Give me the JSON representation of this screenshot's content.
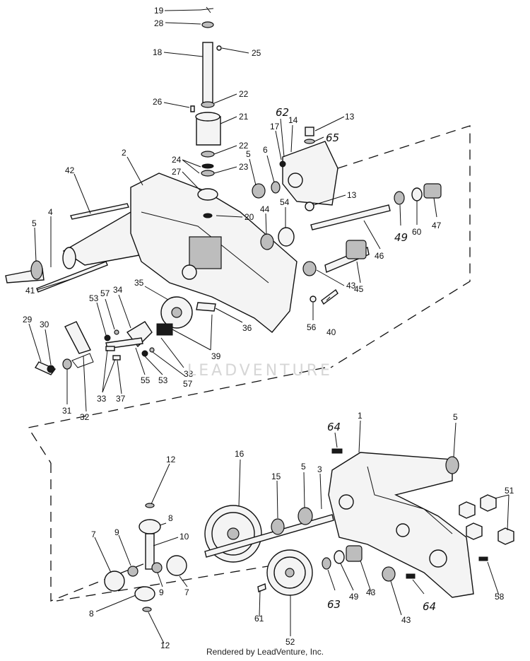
{
  "watermark": "LEADVENTURE",
  "footer": "Rendered by LeadVenture, Inc.",
  "callouts": [
    {
      "id": "19",
      "style": "normal"
    },
    {
      "id": "28",
      "style": "normal"
    },
    {
      "id": "18",
      "style": "normal"
    },
    {
      "id": "25",
      "style": "normal"
    },
    {
      "id": "26",
      "style": "normal"
    },
    {
      "id": "22",
      "style": "normal"
    },
    {
      "id": "21",
      "style": "normal"
    },
    {
      "id": "62",
      "style": "big"
    },
    {
      "id": "14",
      "style": "normal"
    },
    {
      "id": "13",
      "style": "normal"
    },
    {
      "id": "17",
      "style": "normal"
    },
    {
      "id": "65",
      "style": "big"
    },
    {
      "id": "2",
      "style": "normal"
    },
    {
      "id": "22",
      "style": "normal"
    },
    {
      "id": "5",
      "style": "normal"
    },
    {
      "id": "6",
      "style": "normal"
    },
    {
      "id": "24",
      "style": "normal"
    },
    {
      "id": "23",
      "style": "normal"
    },
    {
      "id": "27",
      "style": "normal"
    },
    {
      "id": "42",
      "style": "normal"
    },
    {
      "id": "13",
      "style": "normal"
    },
    {
      "id": "20",
      "style": "normal"
    },
    {
      "id": "44",
      "style": "normal"
    },
    {
      "id": "54",
      "style": "normal"
    },
    {
      "id": "4",
      "style": "normal"
    },
    {
      "id": "5",
      "style": "normal"
    },
    {
      "id": "49",
      "style": "big"
    },
    {
      "id": "60",
      "style": "normal"
    },
    {
      "id": "47",
      "style": "normal"
    },
    {
      "id": "46",
      "style": "normal"
    },
    {
      "id": "41",
      "style": "normal"
    },
    {
      "id": "43",
      "style": "normal"
    },
    {
      "id": "45",
      "style": "normal"
    },
    {
      "id": "35",
      "style": "normal"
    },
    {
      "id": "53",
      "style": "normal"
    },
    {
      "id": "57",
      "style": "normal"
    },
    {
      "id": "34",
      "style": "normal"
    },
    {
      "id": "36",
      "style": "normal"
    },
    {
      "id": "40",
      "style": "normal"
    },
    {
      "id": "56",
      "style": "normal"
    },
    {
      "id": "29",
      "style": "normal"
    },
    {
      "id": "30",
      "style": "normal"
    },
    {
      "id": "39",
      "style": "normal"
    },
    {
      "id": "38",
      "style": "normal"
    },
    {
      "id": "55",
      "style": "normal"
    },
    {
      "id": "53",
      "style": "normal"
    },
    {
      "id": "57",
      "style": "normal"
    },
    {
      "id": "33",
      "style": "normal"
    },
    {
      "id": "37",
      "style": "normal"
    },
    {
      "id": "31",
      "style": "normal"
    },
    {
      "id": "32",
      "style": "normal"
    },
    {
      "id": "64",
      "style": "big"
    },
    {
      "id": "1",
      "style": "normal"
    },
    {
      "id": "5",
      "style": "normal"
    },
    {
      "id": "16",
      "style": "normal"
    },
    {
      "id": "12",
      "style": "normal"
    },
    {
      "id": "15",
      "style": "normal"
    },
    {
      "id": "5",
      "style": "normal"
    },
    {
      "id": "3",
      "style": "normal"
    },
    {
      "id": "51",
      "style": "normal"
    },
    {
      "id": "8",
      "style": "normal"
    },
    {
      "id": "10",
      "style": "normal"
    },
    {
      "id": "7",
      "style": "normal"
    },
    {
      "id": "9",
      "style": "normal"
    },
    {
      "id": "9",
      "style": "normal"
    },
    {
      "id": "7",
      "style": "normal"
    },
    {
      "id": "63",
      "style": "big"
    },
    {
      "id": "49",
      "style": "normal"
    },
    {
      "id": "43",
      "style": "normal"
    },
    {
      "id": "64",
      "style": "big"
    },
    {
      "id": "58",
      "style": "normal"
    },
    {
      "id": "8",
      "style": "normal"
    },
    {
      "id": "61",
      "style": "normal"
    },
    {
      "id": "43",
      "style": "normal"
    },
    {
      "id": "12",
      "style": "normal"
    },
    {
      "id": "52",
      "style": "normal"
    }
  ]
}
